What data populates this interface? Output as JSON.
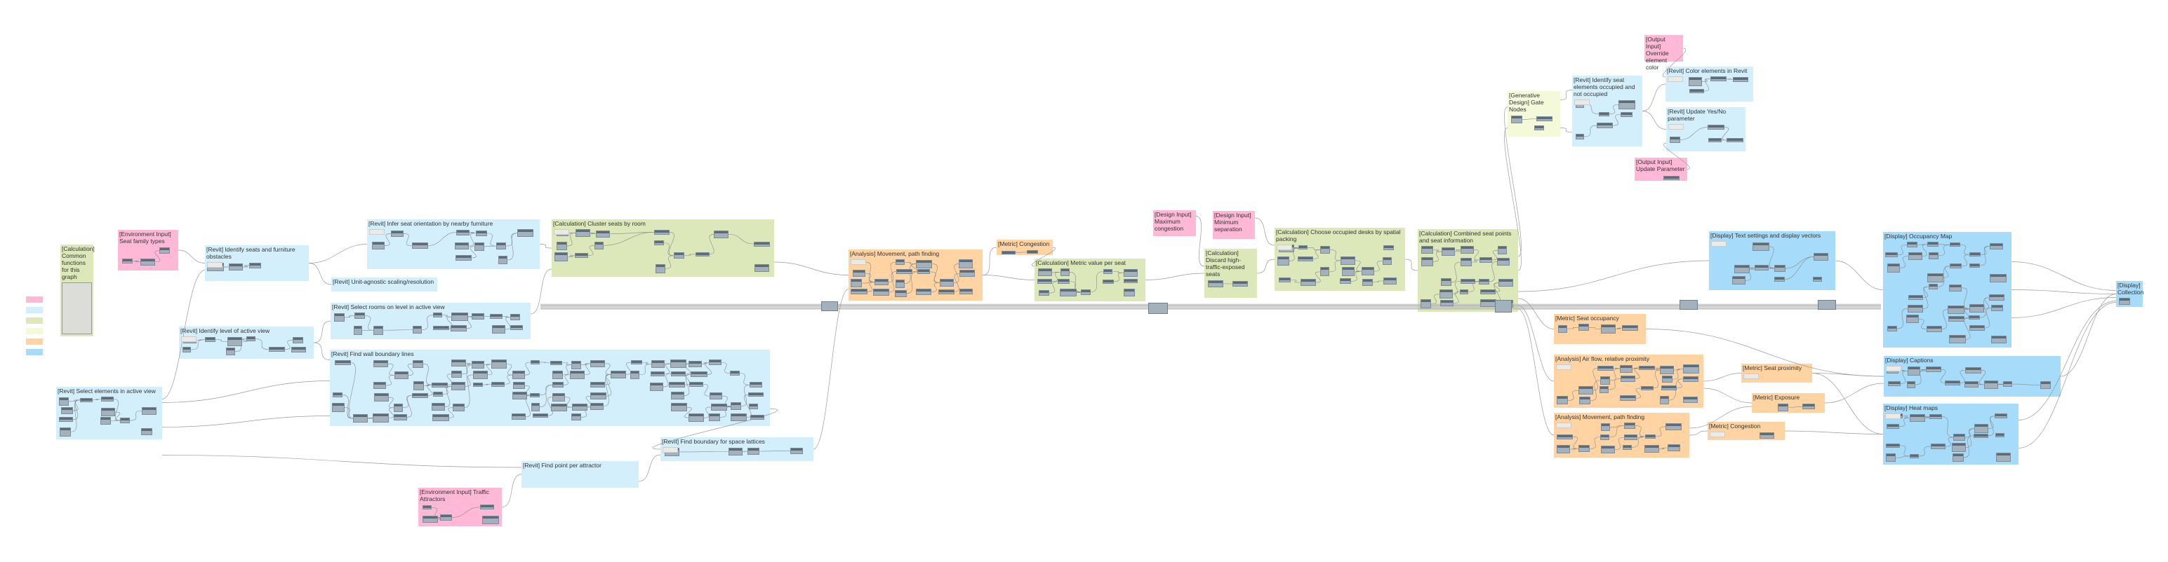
{
  "canvas": {
    "background": "#ffffff"
  },
  "palette": {
    "pink": "#ffb9d6",
    "lblue": "#d3effc",
    "green": "#dde8ba",
    "yellow": "#f4f9da",
    "orange": "#ffd4a2",
    "blue": "#a6dbfa"
  },
  "legend": [
    {
      "color": "pink"
    },
    {
      "color": "lblue"
    },
    {
      "color": "green"
    },
    {
      "color": "yellow"
    },
    {
      "color": "orange"
    },
    {
      "color": "blue"
    }
  ],
  "groups": [
    {
      "id": "common-functions",
      "title": "[Calculation] Common functions for this graph",
      "color": "green"
    },
    {
      "id": "seat-family-types",
      "title": "[Environment Input] Seat family types",
      "color": "pink"
    },
    {
      "id": "identify-seats",
      "title": "[Revit] Identify seats and furniture obstacles",
      "color": "lblue"
    },
    {
      "id": "infer-orientation",
      "title": "[Revit] Infer seat orientation by nearby furniture",
      "color": "lblue"
    },
    {
      "id": "unit-scaling",
      "title": "[Revit] Unit-agnostic scaling/resolution",
      "color": "lblue"
    },
    {
      "id": "select-rooms",
      "title": "[Revit] Select rooms on level in active view",
      "color": "lblue"
    },
    {
      "id": "identify-level",
      "title": "[Revit] Identify level of active view",
      "color": "lblue"
    },
    {
      "id": "wall-boundary",
      "title": "[Revit] Find wall boundary lines",
      "color": "lblue"
    },
    {
      "id": "select-elements",
      "title": "[Revit] Select elements in active view",
      "color": "lblue"
    },
    {
      "id": "cluster-seats",
      "title": "[Calculation] Cluster seats by room",
      "color": "green"
    },
    {
      "id": "point-per-attractor",
      "title": "[Revit] Find point per attractor",
      "color": "lblue"
    },
    {
      "id": "space-lattices",
      "title": "[Revit] Find boundary for space lattices",
      "color": "lblue"
    },
    {
      "id": "traffic-attractors",
      "title": "[Environment Input] Traffic Attractors",
      "color": "pink"
    },
    {
      "id": "movement-top",
      "title": "[Analysis] Movement, path finding",
      "color": "orange"
    },
    {
      "id": "congestion-top",
      "title": "[Metric] Congestion",
      "color": "orange"
    },
    {
      "id": "metric-per-seat",
      "title": "[Calculation] Metric value per seat",
      "color": "green"
    },
    {
      "id": "max-congestion",
      "title": "[Design Input] Maximum congestion",
      "color": "pink"
    },
    {
      "id": "min-separation",
      "title": "[Design Input] Minimum separation",
      "color": "pink"
    },
    {
      "id": "discard-exposed",
      "title": "[Calculation] Discard high-traffic-exposed seats",
      "color": "green"
    },
    {
      "id": "choose-desks",
      "title": "[Calculation] Choose occupied desks by spatial packing",
      "color": "green"
    },
    {
      "id": "combined-points",
      "title": "[Calculation] Combined seat points and seat information",
      "color": "green"
    },
    {
      "id": "gate-nodes",
      "title": "[Generative Design] Gate Nodes",
      "color": "yellow"
    },
    {
      "id": "identify-occupied",
      "title": "[Revit] Identify seat elements occupied and not occupied",
      "color": "lblue"
    },
    {
      "id": "override-color",
      "title": "[Output Input] Override element color",
      "color": "pink"
    },
    {
      "id": "color-elements",
      "title": "[Revit] Color elements in Revit",
      "color": "lblue"
    },
    {
      "id": "update-yesno",
      "title": "[Revit] Update Yes/No parameter",
      "color": "lblue"
    },
    {
      "id": "update-parameter",
      "title": "[Output Input] Update Parameter",
      "color": "pink"
    },
    {
      "id": "text-settings",
      "title": "[Display] Text settings and display vectors",
      "color": "blue"
    },
    {
      "id": "occupancy-map",
      "title": "[Display] Occupancy Map",
      "color": "blue"
    },
    {
      "id": "display-collection",
      "title": "[Display] Collection",
      "color": "blue"
    },
    {
      "id": "seat-occupancy",
      "title": "[Metric] Seat occupancy",
      "color": "orange"
    },
    {
      "id": "air-flow",
      "title": "[Analysis] Air flow, relative proximity",
      "color": "orange"
    },
    {
      "id": "movement-bottom",
      "title": "[Analysis] Movement, path finding",
      "color": "orange"
    },
    {
      "id": "seat-proximity",
      "title": "[Metric] Seat proximity",
      "color": "orange"
    },
    {
      "id": "exposure",
      "title": "[Metric] Exposure",
      "color": "orange"
    },
    {
      "id": "congestion-bottom",
      "title": "[Metric] Congestion",
      "color": "orange"
    },
    {
      "id": "captions",
      "title": "[Display] Captions",
      "color": "blue"
    },
    {
      "id": "heat-maps",
      "title": "[Display] Heat maps",
      "color": "blue"
    }
  ]
}
